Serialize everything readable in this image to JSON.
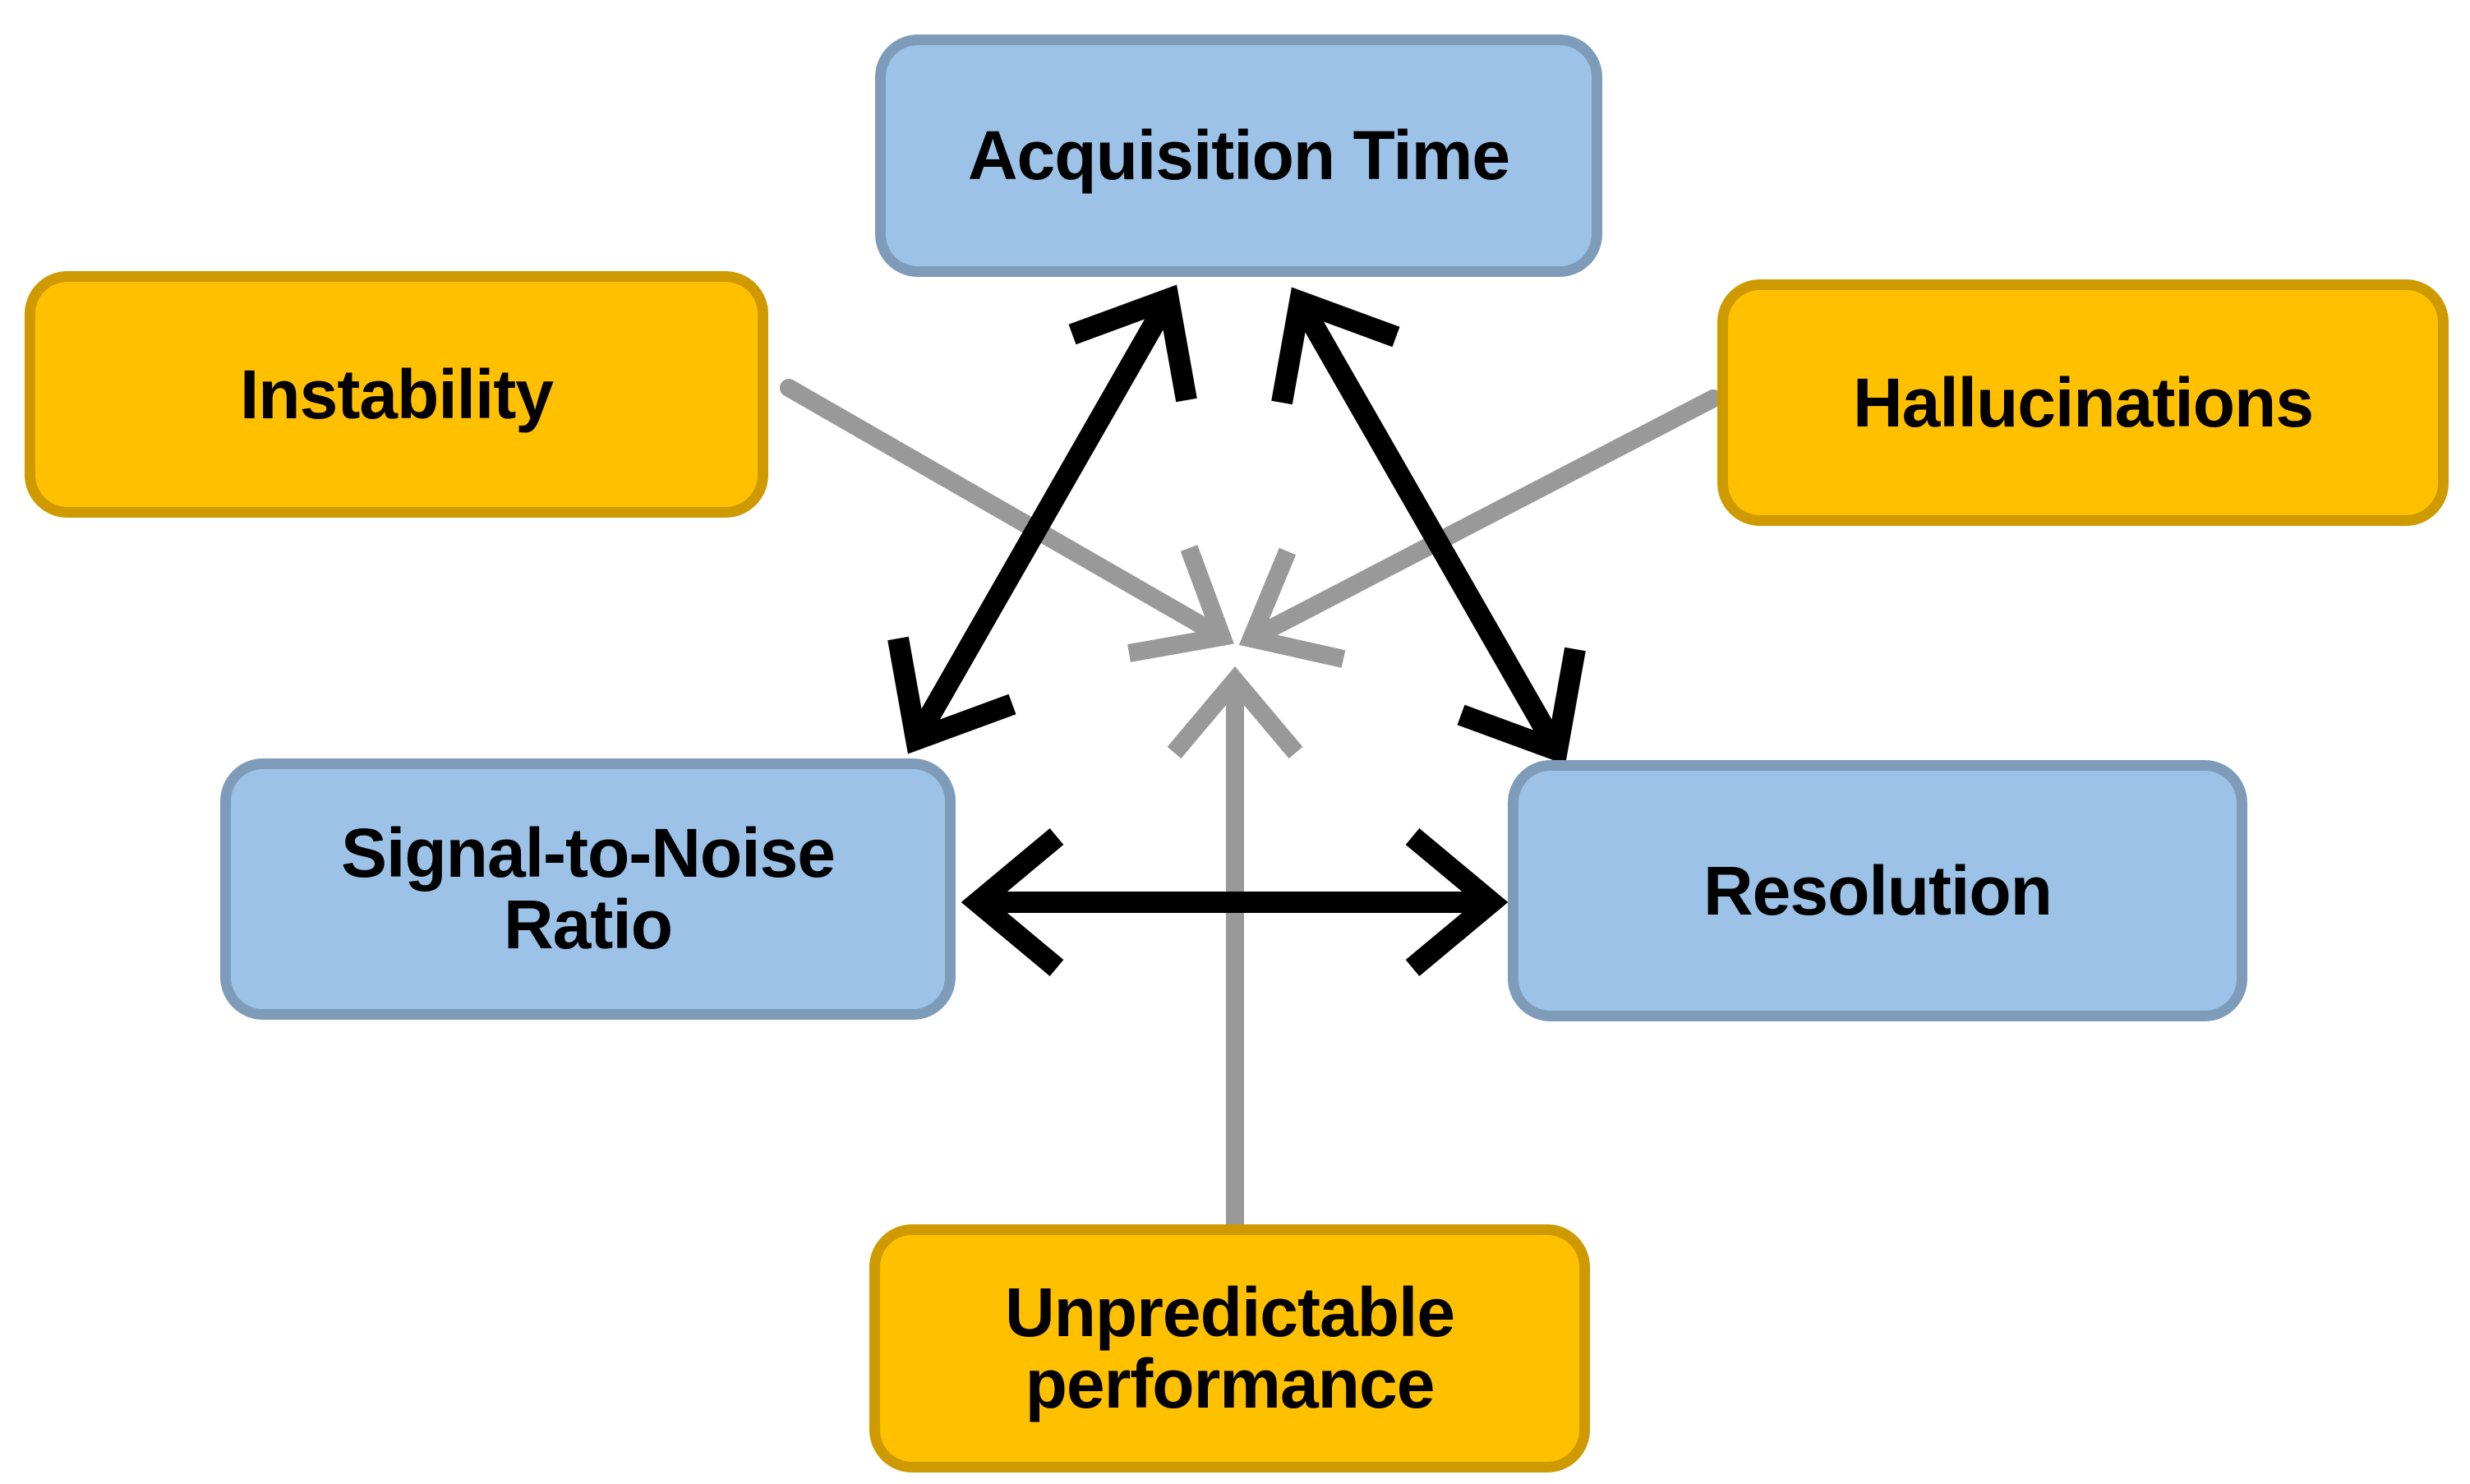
{
  "nodes": {
    "acquisition_time": {
      "label": "Acquisition Time",
      "color": "blue"
    },
    "instability": {
      "label": "Instability",
      "color": "orange"
    },
    "hallucinations": {
      "label": "Hallucinations",
      "color": "orange"
    },
    "signal_to_noise_ratio": {
      "label": "Signal-to-Noise Ratio",
      "color": "blue"
    },
    "resolution": {
      "label": "Resolution",
      "color": "blue"
    },
    "unpredictable_performance": {
      "label": "Unpredictable performance",
      "color": "orange"
    }
  },
  "colors": {
    "blue_node_fill": "#9CC3E7",
    "blue_node_border": "#7E9CBA",
    "orange_node_fill": "#FFC000",
    "orange_node_border": "#CE9A00",
    "tradeoff_arrow": "#000000",
    "influence_arrow": "#999999",
    "label_text": "#000000",
    "background": "#FFFFFF"
  },
  "arrows": {
    "bidirectional_tradeoffs": [
      {
        "from": "acquisition_time",
        "to": "signal_to_noise_ratio",
        "style": "black double-headed"
      },
      {
        "from": "acquisition_time",
        "to": "resolution",
        "style": "black double-headed"
      },
      {
        "from": "signal_to_noise_ratio",
        "to": "resolution",
        "style": "black double-headed"
      }
    ],
    "influences_toward_center": [
      {
        "from": "instability",
        "to": "triangle-center",
        "style": "gray single-headed"
      },
      {
        "from": "hallucinations",
        "to": "triangle-center",
        "style": "gray single-headed"
      },
      {
        "from": "unpredictable_performance",
        "to": "triangle-center",
        "style": "gray single-headed"
      }
    ]
  }
}
